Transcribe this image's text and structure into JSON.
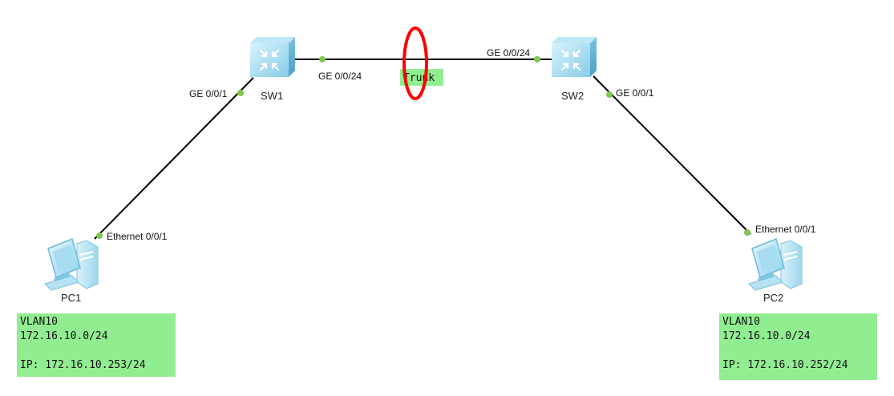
{
  "colors": {
    "link": "#000000",
    "port_dot": "#7ec850",
    "highlight_ring": "#ff0000",
    "label_bg": "#90ee90"
  },
  "devices": {
    "sw1": {
      "name": "SW1",
      "icon": "switch-icon"
    },
    "sw2": {
      "name": "SW2",
      "icon": "switch-icon"
    },
    "pc1": {
      "name": "PC1",
      "icon": "pc-icon"
    },
    "pc2": {
      "name": "PC2",
      "icon": "pc-icon"
    }
  },
  "ports": {
    "sw1_uplink": "GE 0/0/24",
    "sw2_uplink": "GE 0/0/24",
    "sw1_access": "GE 0/0/1",
    "sw2_access": "GE 0/0/1",
    "pc1_nic": "Ethernet 0/0/1",
    "pc2_nic": "Ethernet 0/0/1"
  },
  "links": {
    "trunk_label": "Trunk"
  },
  "info": {
    "pc1": {
      "vlan": "VLAN10",
      "subnet": "172.16.10.0/24",
      "ip": "IP: 172.16.10.253/24"
    },
    "pc2": {
      "vlan": "VLAN10",
      "subnet": "172.16.10.0/24",
      "ip": "IP: 172.16.10.252/24"
    }
  }
}
